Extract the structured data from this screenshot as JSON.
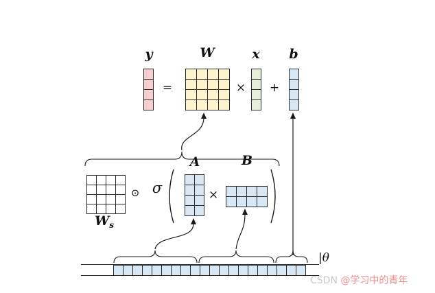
{
  "equation": {
    "y_label": "y",
    "equals": "=",
    "W_label": "W",
    "times": "×",
    "x_label": "x",
    "plus": "+",
    "b_label": "b"
  },
  "decomposition": {
    "Ws_base": "W",
    "Ws_subscript": "s",
    "hadamard": "⊙",
    "sigma": "σ",
    "A_label": "A",
    "times": "×",
    "B_label": "B"
  },
  "theta_label": "|θ",
  "watermark": {
    "site": "CSDN",
    "user": "@学习中的青年"
  },
  "matrices": {
    "y": {
      "rows": 4,
      "cols": 1,
      "fill": "#f7cfd2"
    },
    "W": {
      "rows": 4,
      "cols": 4,
      "fill": "#fdf3cc"
    },
    "x": {
      "rows": 4,
      "cols": 1,
      "fill": "#e7efdb"
    },
    "b": {
      "rows": 4,
      "cols": 1,
      "fill": "#d8e7f4"
    },
    "Ws": {
      "rows": 4,
      "cols": 4,
      "fill": "#ffffff"
    },
    "A": {
      "rows": 4,
      "cols": 2,
      "fill": "#d8e7f4"
    },
    "B": {
      "rows": 2,
      "cols": 4,
      "fill": "#d8e7f4"
    },
    "theta": {
      "rows": 1,
      "cols": 20,
      "fill": "#d8e7f4"
    }
  },
  "colors": {
    "stroke": "#1a1a1a"
  }
}
